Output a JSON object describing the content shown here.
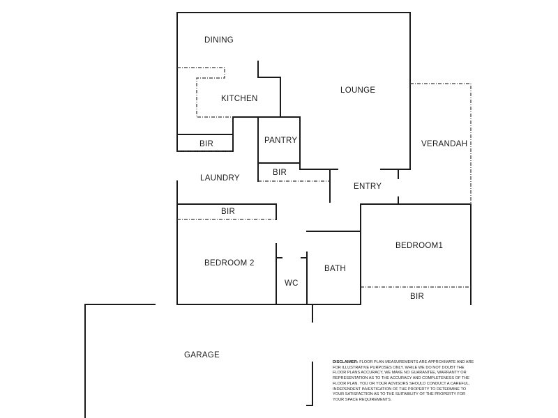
{
  "rooms": {
    "dining": "DINING",
    "kitchen": "KITCHEN",
    "lounge": "LOUNGE",
    "pantry": "PANTRY",
    "verandah": "VERANDAH",
    "bir_kitchen": "BIR",
    "bir_pantry": "BIR",
    "laundry": "LAUNDRY",
    "entry": "ENTRY",
    "bir_laundry": "BIR",
    "bedroom1": "BEDROOM1",
    "bedroom2": "BEDROOM 2",
    "bath": "BATH",
    "wc": "WC",
    "bir_bedroom1": "BIR",
    "garage": "GARAGE"
  },
  "disclaimer": {
    "heading": "DISCLAIMER:",
    "body": "FLOOR PLAN MEASUREMENTS ARE APPROXIMATE AND ARE FOR ILLUSTRATIVE PURPOSES ONLY. WHILE WE DO NOT DOUBT THE FLOOR PLANS ACCURACY, WE MAKE NO GUARANTEE, WARRANTY OR REPRESENTATION AS TO THE ACCURACY AND COMPLETENESS OF THE FLOOR PLAN. YOU OR YOUR ADVISORS SHOULD CONDUCT A CAREFUL, INDEPENDENT INVESTIGATION OF THE PROPERTY TO DETERMINE TO YOUR SATISFACTION AS TO THE SUITABILITY OF THE PROPERTY FOR YOUR SPACE REQUIREMENTS."
  }
}
